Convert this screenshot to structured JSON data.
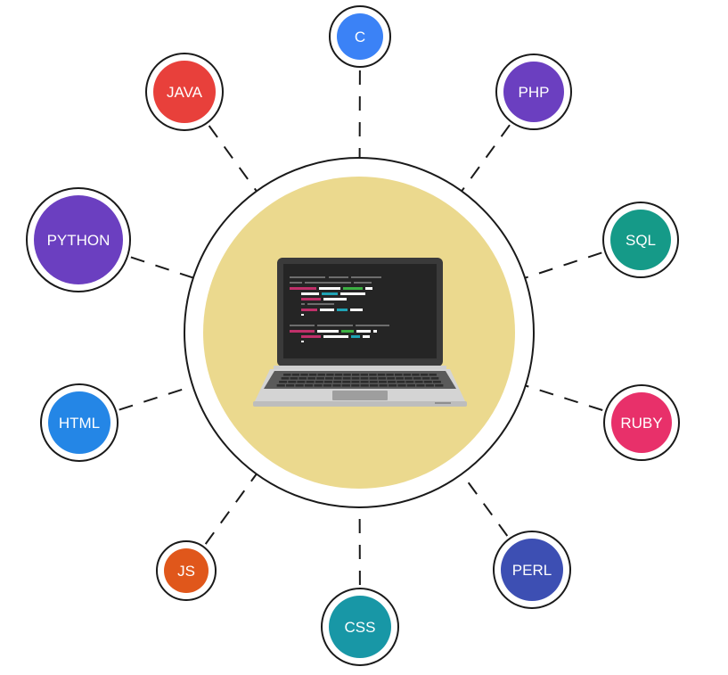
{
  "languages": [
    {
      "key": "c",
      "label": "C",
      "color": "#3B82F6"
    },
    {
      "key": "php",
      "label": "PHP",
      "color": "#6B3FC0"
    },
    {
      "key": "sql",
      "label": "SQL",
      "color": "#159A88"
    },
    {
      "key": "ruby",
      "label": "RUBY",
      "color": "#E8306A"
    },
    {
      "key": "perl",
      "label": "PERL",
      "color": "#3D4FB3"
    },
    {
      "key": "css",
      "label": "CSS",
      "color": "#1897A6"
    },
    {
      "key": "js",
      "label": "JS",
      "color": "#E0571B"
    },
    {
      "key": "html",
      "label": "HTML",
      "color": "#2486E6"
    },
    {
      "key": "python",
      "label": "PYTHON",
      "color": "#6B3FC0"
    },
    {
      "key": "java",
      "label": "JAVA",
      "color": "#E8403B"
    }
  ],
  "hub": {
    "fill_color": "#EBD98E",
    "icon": "laptop-code-icon"
  }
}
